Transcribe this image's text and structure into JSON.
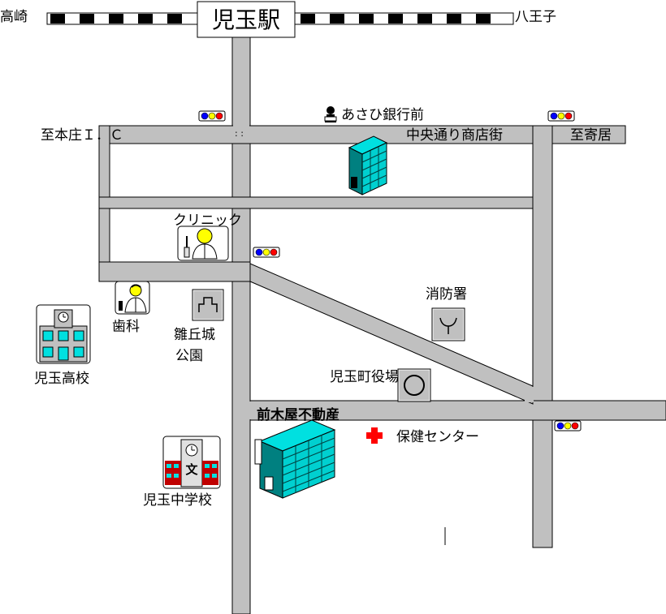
{
  "railway": {
    "station_name": "児玉駅",
    "west_terminus": "高崎",
    "east_terminus": "八王子"
  },
  "roads": {
    "west_direction": "至本庄Ｉ．Ｃ",
    "east_direction": "至寄居",
    "shopping_street": "中央通り商店街"
  },
  "landmarks": {
    "bank": "あさひ銀行前",
    "clinic": "クリニック",
    "dentist": "歯科",
    "park_line1": "雛丘城",
    "park_line2": "公園",
    "fire_station": "消防署",
    "high_school": "児玉高校",
    "town_hall": "児玉町役場",
    "real_estate": "前木屋不動産",
    "health_center": "保健センター",
    "junior_high": "児玉中学校",
    "school_symbol": "文"
  },
  "colors": {
    "road": "#c0c0c0",
    "rail_dark": "#000000",
    "building_cyan": "#00e0e0",
    "building_teal": "#008080",
    "signal_blue": "#0000ff",
    "signal_yellow": "#ffff00",
    "signal_red": "#ff0000",
    "medical_cross": "#ff0000"
  },
  "icons": [
    "traffic-signal-icon",
    "bank-icon",
    "building-icon",
    "clinic-doctor-icon",
    "dentist-icon",
    "park-icon",
    "fire-station-icon",
    "school-icon",
    "town-hall-icon",
    "medical-cross-icon"
  ]
}
